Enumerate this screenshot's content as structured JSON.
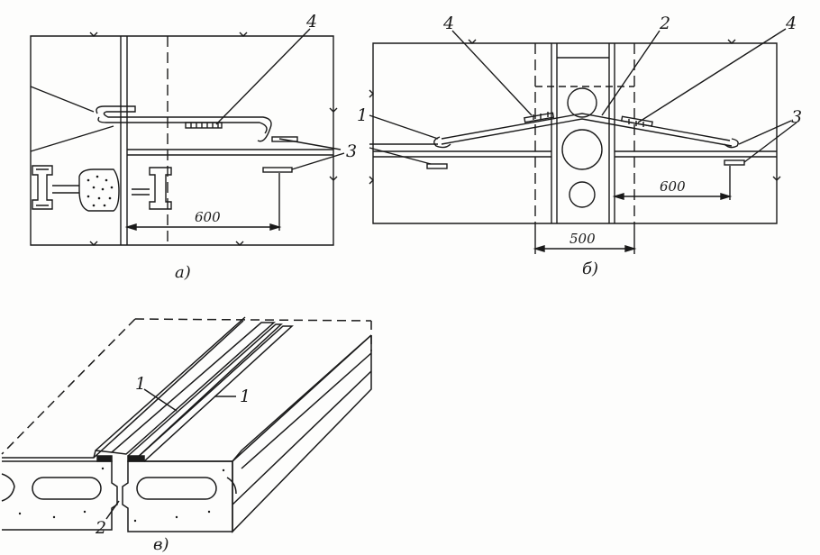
{
  "figure": {
    "panel_a": {
      "caption": "а)",
      "callouts": {
        "part_4": "4",
        "part_3": "3"
      },
      "dimension": "600"
    },
    "panel_b": {
      "caption": "б)",
      "callouts": {
        "part_1": "1",
        "part_2": "2",
        "part_3": "3",
        "part_4_left": "4",
        "part_4_right": "4"
      },
      "dimension_spacing": "600",
      "dimension_width": "500"
    },
    "panel_c": {
      "caption": "в)",
      "callouts": {
        "part_1_left": "1",
        "part_1_right": "1",
        "part_2": "2"
      }
    }
  }
}
